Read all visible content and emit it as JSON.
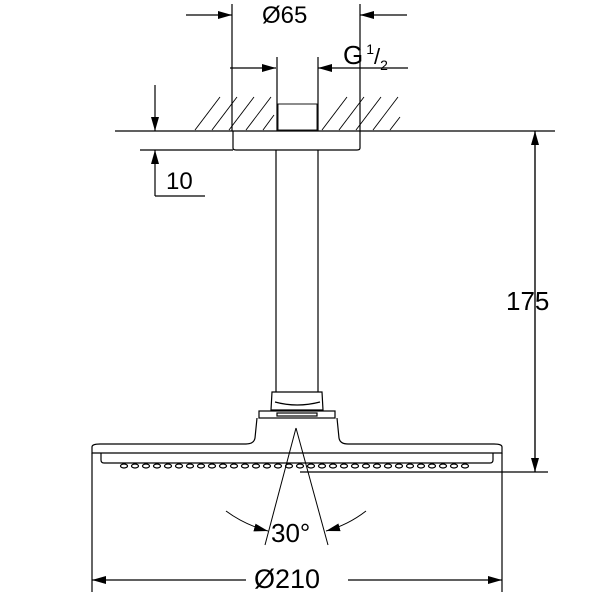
{
  "dimensions": {
    "flange_diameter": "Ø65",
    "thread_label": "G",
    "thread_num": "1",
    "thread_den": "2",
    "flange_thickness": "10",
    "height": "175",
    "spray_angle": "30°",
    "head_diameter": "Ø210"
  },
  "colors": {
    "line": "#000000",
    "background": "#ffffff"
  }
}
